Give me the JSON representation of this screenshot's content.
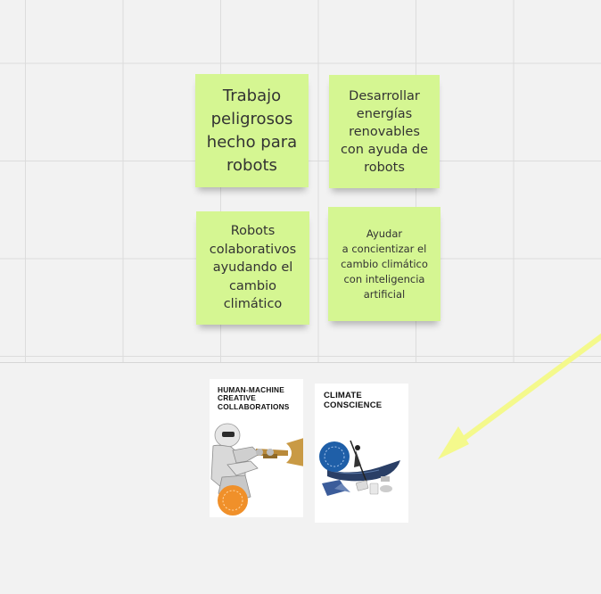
{
  "notes": [
    {
      "text": "Trabajo peligrosos hecho para robots",
      "lines": [
        "Trabajo",
        "peligrosos",
        "hecho para",
        "robots"
      ]
    },
    {
      "text": "Desarrollar energías renovables con ayuda de robots",
      "lines": [
        "Desarrollar",
        "energías",
        "renovables",
        "con ayuda de",
        "robots"
      ]
    },
    {
      "text": "Robots colaborativos ayudando el cambio climático",
      "lines": [
        "Robots",
        "colaborativos",
        "ayudando el",
        "cambio",
        "climático"
      ]
    },
    {
      "text": "Ayudar a concientizar el cambio climático con inteligencia artificial",
      "lines": [
        "Ayudar",
        "a concientizar el",
        "cambio climático",
        "con inteligencia",
        "artificial"
      ]
    }
  ],
  "cards": [
    {
      "title_lines": [
        "HUMAN-MACHINE",
        "CREATIVE",
        "COLLABORATIONS"
      ],
      "image": "robot-playing-trumpet"
    },
    {
      "title_lines": [
        "CLIMATE",
        "CONSCIENCE"
      ],
      "image": "kayak-with-plastic-waste"
    }
  ],
  "colors": {
    "canvas": "#f2f2f2",
    "grid": "#dcdcdc",
    "sticky_note": "#d5f692",
    "arrow": "#f4f98c",
    "badge_orange": "#f0902a",
    "badge_blue": "#1f5fa8"
  },
  "icons": {
    "connector": "arrow-connector"
  }
}
